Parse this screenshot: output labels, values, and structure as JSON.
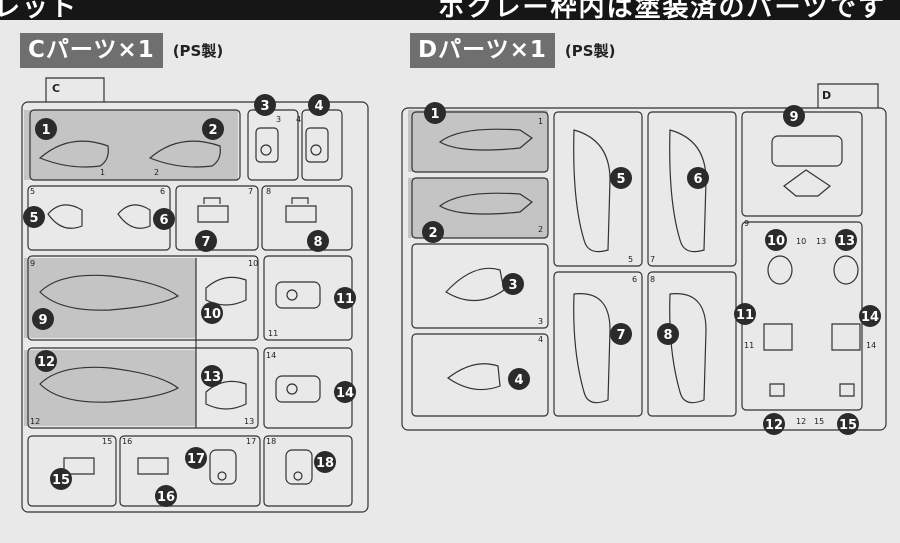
{
  "header": {
    "left_text": "レット",
    "right_text": "ボクレー枠内は塗装済のパーツです"
  },
  "sprue_c": {
    "title": "Cパーツ×1",
    "material": "(PS製)",
    "runner_letter": "C",
    "callouts": [
      "1",
      "2",
      "3",
      "4",
      "5",
      "6",
      "7",
      "8",
      "9",
      "10",
      "11",
      "12",
      "13",
      "14",
      "15",
      "16",
      "17",
      "18"
    ],
    "gate_labels": [
      "1",
      "2",
      "3",
      "4",
      "5",
      "6",
      "7",
      "8",
      "9",
      "10",
      "11",
      "12",
      "13",
      "14",
      "15",
      "16",
      "17",
      "18"
    ]
  },
  "sprue_d": {
    "title": "Dパーツ×1",
    "material": "(PS製)",
    "runner_letter": "D",
    "callouts": [
      "1",
      "2",
      "3",
      "4",
      "5",
      "6",
      "7",
      "8",
      "9",
      "10",
      "11",
      "12",
      "13",
      "14",
      "15"
    ],
    "gate_labels": [
      "1",
      "2",
      "3",
      "4",
      "5",
      "6",
      "7",
      "8",
      "9",
      "10",
      "11",
      "12",
      "13",
      "14",
      "15"
    ]
  },
  "colors": {
    "background": "#e9e9e9",
    "painted_area": "#c4c4c4",
    "callout": "#2b2b2b",
    "title_tag": "#6f6f6f",
    "header_bar": "#161616"
  }
}
